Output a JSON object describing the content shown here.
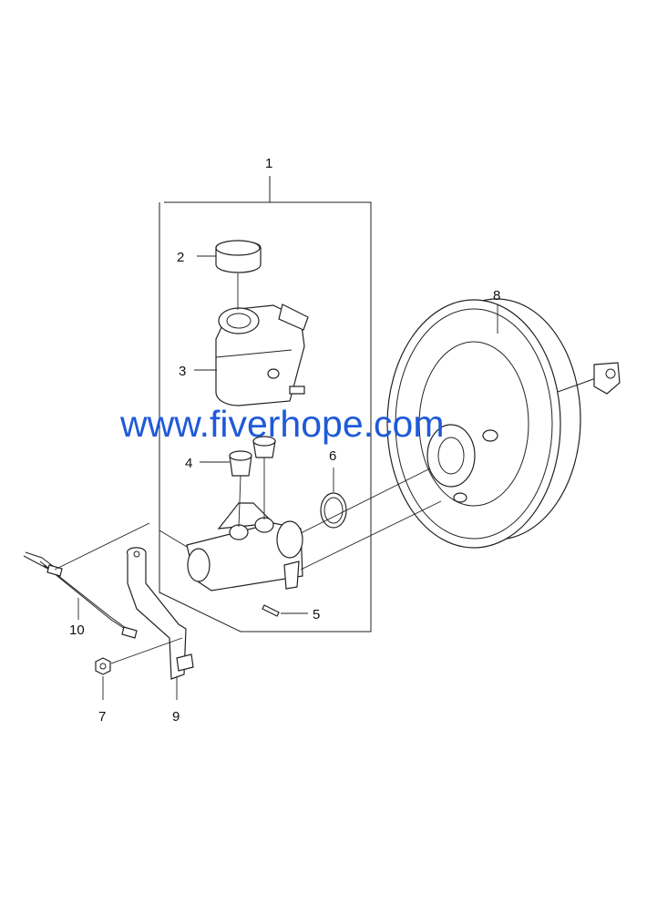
{
  "callouts": {
    "c1": "1",
    "c2": "2",
    "c3": "3",
    "c4": "4",
    "c5": "5",
    "c6": "6",
    "c7": "7",
    "c8": "8",
    "c9": "9",
    "c10": "10"
  },
  "watermark": {
    "text": "www.fiverhope.com",
    "color": "#1f5ad8"
  }
}
